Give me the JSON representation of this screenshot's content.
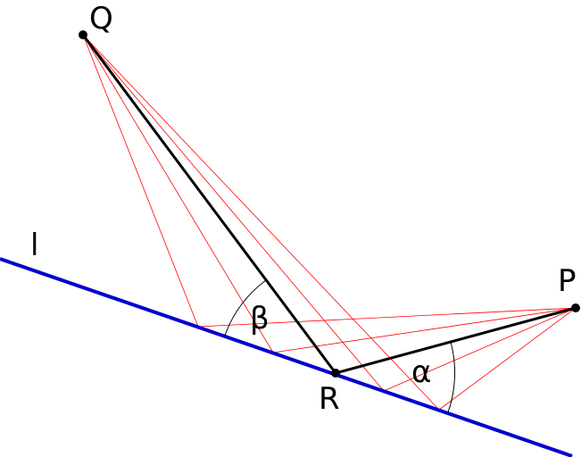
{
  "labels": {
    "Q": "Q",
    "P": "P",
    "R": "R",
    "l": "l",
    "alpha": "α",
    "beta": "β"
  },
  "colors": {
    "mirror_line": "#0000cc",
    "path": "#000000",
    "rays": "#ff0000"
  }
}
